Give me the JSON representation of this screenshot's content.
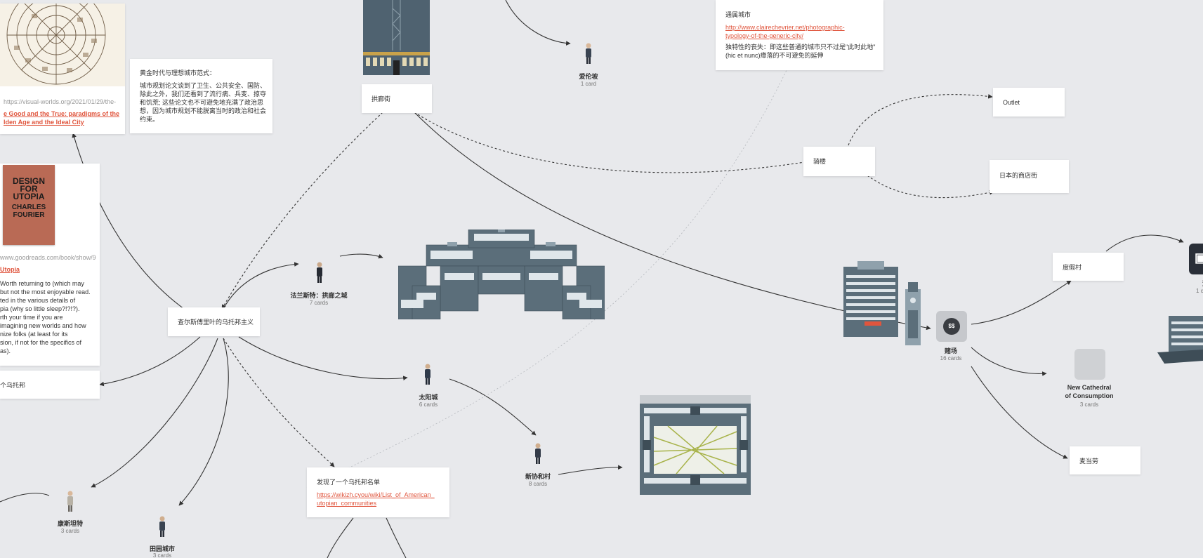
{
  "cards": {
    "map_card": {
      "url": "https://visual-worlds.org/2021/01/29/the-",
      "link_line1": "e Good and the True: paradigms of the",
      "link_line2": "lden Age and the Ideal City"
    },
    "golden_age": {
      "title": "黄金时代与理想城市范式：",
      "body": [
        "城市规划论文谈到了卫生、公共安全、国防、",
        "除此之外，我们还看到了流行病、兵变、掠夺",
        "和饥荒; 这些论文也不可避免地充满了政治思",
        "想，因为城市规划不能脱离当时的政治和社会",
        "约束。"
      ]
    },
    "book": {
      "cover_lines": [
        "DESIGN",
        "FOR",
        "UTOPIA",
        "CHARLES",
        "FOURIER"
      ],
      "url": "www.goodreads.com/book/show/9",
      "link": "Utopia",
      "body": [
        "Worth returning to (which may",
        "but not the most enjoyable read.",
        "ted in the various details of",
        "pia (why so little sleep?!?!?).",
        "rth your time if you are",
        " imagining new worlds and how",
        "nize folks (at least for its",
        "sion, if not for the specifics of",
        "as)."
      ]
    },
    "utopia_small": {
      "text": "个乌托邦"
    },
    "arcade_street": {
      "text": "拱廊街"
    },
    "generic_city": {
      "title": "通属城市",
      "link_line1": "http://www.clairechevrier.net/photographic-",
      "link_line2": "typology-of-the-generic-city/",
      "body_line1": "独特性的丧失：即这些普通的城市只不过是\"此时此地\"",
      "body_line2": "(hic et nunc)瘴落的不可避免的延伸"
    },
    "fourier": {
      "text": "查尔斯傅里叶的乌托邦主义"
    },
    "outlet": {
      "text": "Outlet"
    },
    "pedestrian": {
      "text": "骑楼"
    },
    "japan_street": {
      "text": "日本的商店街"
    },
    "resort": {
      "text": "度假村"
    },
    "mcdonalds": {
      "text": "麦当劳"
    },
    "utopia_list": {
      "title": "发现了一个乌托邦名单",
      "link_line1": "https://wikizh.cyou/wiki/List_of_American_",
      "link_line2": "utopian_communities"
    }
  },
  "nodes": {
    "edinburgh": {
      "title": "爱伦坡",
      "count": "1 card"
    },
    "falanstery": {
      "title": "法兰斯特：拱廊之城",
      "count": "7 cards"
    },
    "sun_city": {
      "title": "太阳城",
      "count": "6 cards"
    },
    "new_harmony": {
      "title": "新协和村",
      "count": "8 cards"
    },
    "casino": {
      "title": "赌场",
      "count": "16 cards"
    },
    "cathedral_title_line1": "New Cathedral",
    "cathedral_title_line2": "of Consumption",
    "cathedral_count": "3 cards",
    "constant": {
      "title": "康斯坦特",
      "count": "3 cards"
    },
    "garden_city": {
      "title": "田园城市",
      "count": "3 cards"
    },
    "edge_title": "游",
    "edge_count": "1 c"
  },
  "icons": {
    "casino_icon": "$$ money-bag-icon"
  },
  "colors": {
    "background": "#e8e9ec",
    "link": "#e0553d",
    "building": "#5b6e7a",
    "building_light": "#8fa1ac"
  }
}
